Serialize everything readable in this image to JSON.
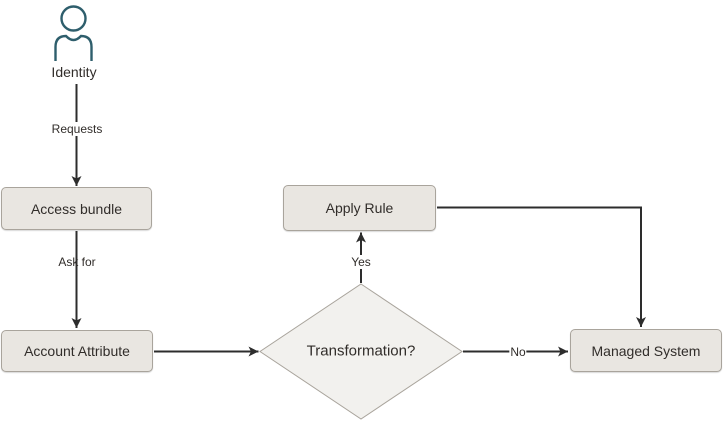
{
  "diagram": {
    "type": "flowchart",
    "nodes": {
      "identity": {
        "label": "Identity",
        "shape": "person-icon"
      },
      "access_bundle": {
        "label": "Access bundle",
        "shape": "rounded-rect"
      },
      "account_attribute": {
        "label": "Account Attribute",
        "shape": "rounded-rect"
      },
      "transformation": {
        "label": "Transformation?",
        "shape": "decision-diamond"
      },
      "apply_rule": {
        "label": "Apply Rule",
        "shape": "rounded-rect"
      },
      "managed_system": {
        "label": "Managed System",
        "shape": "rounded-rect"
      }
    },
    "edges": [
      {
        "from": "identity",
        "to": "access_bundle",
        "label": "Requests"
      },
      {
        "from": "access_bundle",
        "to": "account_attribute",
        "label": "Ask for"
      },
      {
        "from": "account_attribute",
        "to": "transformation",
        "label": ""
      },
      {
        "from": "transformation",
        "to": "apply_rule",
        "label": "Yes"
      },
      {
        "from": "apply_rule",
        "to": "managed_system",
        "label": ""
      },
      {
        "from": "transformation",
        "to": "managed_system",
        "label": "No"
      }
    ],
    "colors": {
      "node_fill": "#e9e6e1",
      "node_border": "#a9a49c",
      "decision_fill": "#f2f1ee",
      "decision_border": "#a9a49c",
      "line": "#2d2d2d",
      "text": "#312d2a",
      "person_icon": "#2e5e6c",
      "background": "#ffffff"
    }
  }
}
